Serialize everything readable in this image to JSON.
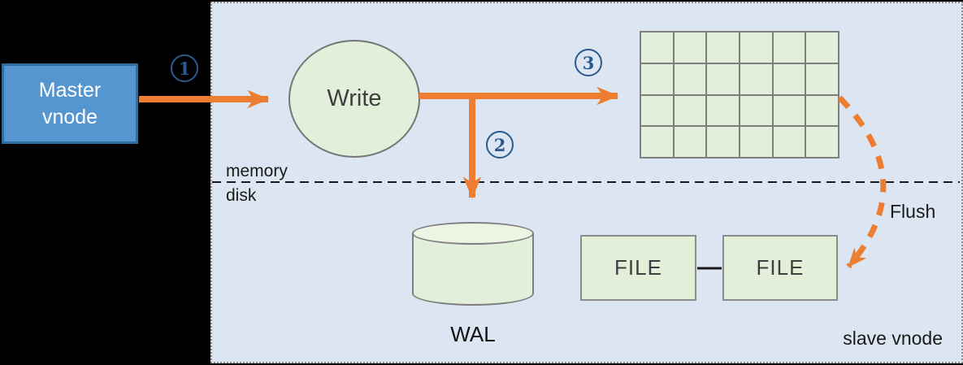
{
  "diagram": {
    "title_context": "vnode write flow",
    "nodes": {
      "master": {
        "label": "Master\nvnode",
        "fill": "#5596d0",
        "border": "#2f6e9e",
        "text_color": "#ffffff"
      },
      "write": {
        "label": "Write",
        "fill": "#e2efda",
        "border": "#767676"
      },
      "memtable_grid": {
        "rows": 4,
        "cols": 6,
        "cell_fill": "#e2efda",
        "line_color": "#7f7f7f"
      },
      "wal": {
        "label": "WAL",
        "fill": "#e2efda",
        "border": "#7f7f7f"
      },
      "files": [
        {
          "label": "FILE"
        },
        {
          "label": "FILE"
        }
      ]
    },
    "labels": {
      "memory": "memory",
      "disk": "disk",
      "flush": "Flush",
      "slave_vnode": "slave vnode"
    },
    "steps": [
      {
        "n": "1"
      },
      {
        "n": "2"
      },
      {
        "n": "3"
      }
    ],
    "colors": {
      "outer_background": "#000000",
      "container_fill": "#dce6f2",
      "container_border": "#8c8c8c",
      "arrow_orange": "#ed7d31",
      "step_badge_blue": "#2a5a8e",
      "divider_black": "#1a1a1a"
    }
  }
}
